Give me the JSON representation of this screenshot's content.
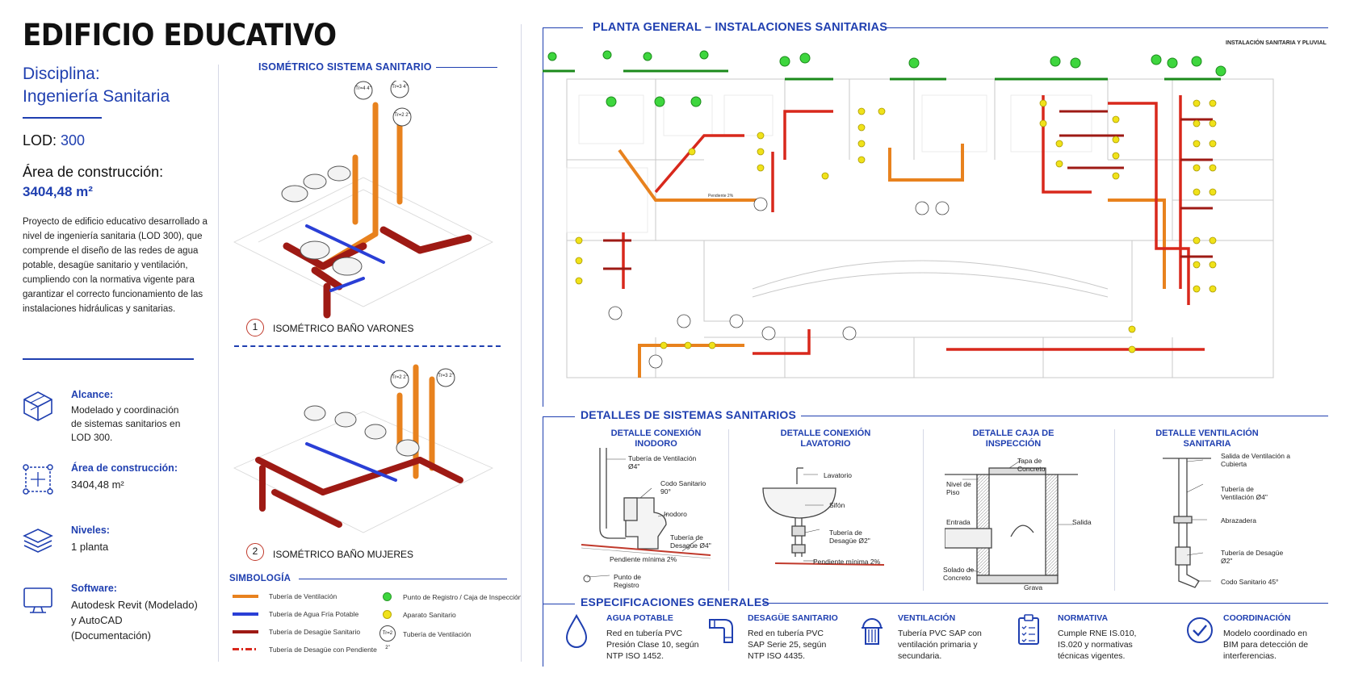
{
  "header": {
    "title": "EDIFICIO EDUCATIVO"
  },
  "project": {
    "discipline_label": "Disciplina:",
    "discipline_value": "Ingeniería Sanitaria",
    "lod_label": "LOD: ",
    "lod_value": "300",
    "area_label": "Área de construcción:",
    "area_value": "3404,48 m²",
    "description": "Proyecto de edificio educativo desarrollado a nivel de ingeniería sanitaria (LOD 300), que comprende el diseño de las redes de agua potable, desagüe sanitario y ventilación, cumpliendo con la normativa vigente para garantizar el correcto funcionamiento de las instalaciones hidráulicas y sanitarias."
  },
  "features": [
    {
      "icon": "cube-icon",
      "title": "Alcance:",
      "text": "Modelado y coordinación de sistemas sanitarios en LOD 300."
    },
    {
      "icon": "area-icon",
      "title": "Área de construcción:",
      "text": "3404,48 m²"
    },
    {
      "icon": "layers-icon",
      "title": "Niveles:",
      "text": "1 planta"
    },
    {
      "icon": "monitor-icon",
      "title": "Software:",
      "text": "Autodesk Revit (Modelado) y AutoCAD (Documentación)"
    }
  ],
  "isometric": {
    "section_title": "ISOMÉTRICO SISTEMA SANITARIO",
    "views": [
      {
        "number": "1",
        "caption": "ISOMÉTRICO BAÑO VARONES",
        "tags": [
          "Tr=4 4\"",
          "Tr=3 4\"",
          "Tr=2 2\""
        ]
      },
      {
        "number": "2",
        "caption": "ISOMÉTRICO BAÑO MUJERES",
        "tags": [
          "Tr=2 2\"",
          "Tr=3 2\""
        ]
      }
    ]
  },
  "legend": {
    "title": "SIMBOLOGÍA",
    "items": [
      {
        "label": "Tubería de Ventilación",
        "color": "#e8821e"
      },
      {
        "label": "Tubería de Agua Fría Potable",
        "color": "#2a3fd6"
      },
      {
        "label": "Tubería de Desagüe Sanitario",
        "color": "#9e1a14"
      },
      {
        "label": "Tubería de Desagüe con Pendiente",
        "color": "#d8281c"
      },
      {
        "label": "Punto de Registro / Caja de Inspección",
        "color": "#3ed63e"
      },
      {
        "label": "Aparato Sanitario",
        "color": "#f0e21a"
      },
      {
        "label": "Tubería de Ventilación",
        "color": "#555555",
        "tag": "Tr=2 2\""
      }
    ]
  },
  "plan": {
    "title": "PLANTA GENERAL – INSTALACIONES SANITARIAS",
    "subtitle": "INSTALACIÓN SANITARIA Y PLUVIAL",
    "annotation": "Pendiente 2%"
  },
  "details": {
    "section_title": "DETALLES DE SISTEMAS SANITARIOS",
    "items": [
      {
        "title": "DETALLE CONEXIÓN INODORO",
        "labels": [
          "Tubería de Ventilación Ø4\"",
          "Codo Sanitario 90°",
          "Inodoro",
          "Tubería de Desagüe Ø4\"",
          "Pendiente mínima 2%",
          "Punto de Registro"
        ]
      },
      {
        "title": "DETALLE CONEXIÓN LAVATORIO",
        "labels": [
          "Lavatorio",
          "Sifón",
          "Tubería de Desagüe Ø2\"",
          "Pendiente mínima 2%"
        ]
      },
      {
        "title": "DETALLE CAJA DE INSPECCIÓN",
        "labels": [
          "Tapa de Concreto",
          "Nivel de Piso",
          "Entrada",
          "Salida",
          "Solado de Concreto",
          "Grava"
        ]
      },
      {
        "title": "DETALLE VENTILACIÓN SANITARIA",
        "labels": [
          "Salida de Ventilación a Cubierta",
          "Tubería de Ventilación Ø4\"",
          "Abrazadera",
          "Tubería de Desagüe Ø2\"",
          "Codo Sanitario 45°"
        ]
      }
    ]
  },
  "specs": {
    "section_title": "ESPECIFICACIONES GENERALES",
    "items": [
      {
        "icon": "drop-icon",
        "title": "AGUA POTABLE",
        "text": "Red en tubería PVC Presión Clase 10, según NTP ISO 1452."
      },
      {
        "icon": "pipe-icon",
        "title": "DESAGÜE SANITARIO",
        "text": "Red en tubería PVC SAP Serie 25, según NTP ISO 4435."
      },
      {
        "icon": "vent-icon",
        "title": "VENTILACIÓN",
        "text": "Tubería PVC SAP con ventilación primaria y secundaria."
      },
      {
        "icon": "clipboard-icon",
        "title": "NORMATIVA",
        "text": "Cumple RNE IS.010, IS.020 y normativas técnicas vigentes."
      },
      {
        "icon": "check-circle-icon",
        "title": "COORDINACIÓN",
        "text": "Modelo coordinado en BIM para detección de interferencias."
      }
    ]
  },
  "colors": {
    "accent": "#1f3fb0",
    "vent": "#e8821e",
    "water": "#2a3fd6",
    "drain": "#9e1a14",
    "slope": "#d8281c",
    "register": "#3ed63e",
    "fixture": "#f0e21a"
  }
}
